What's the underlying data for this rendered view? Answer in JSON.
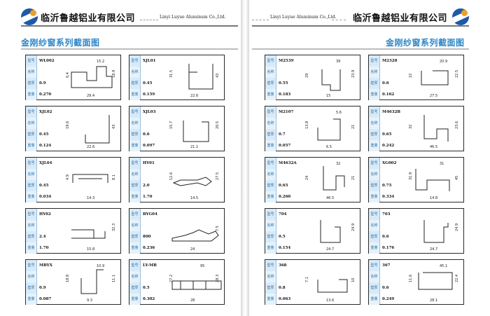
{
  "left_page": {
    "company_cn": "临沂鲁越铝业有限公司",
    "company_en": "Linyi Luyue Aluminum Co.,Ltd.",
    "section_title": "金刚纱窗系列截面图"
  },
  "right_page": {
    "company_cn": "临沂鲁越铝业有限公司",
    "company_en": "Linyi Luyue Aluminum Co.,Ltd.",
    "section_title": "金刚纱窗系列截面图"
  },
  "field_labels": [
    "型号",
    "名称",
    "壁厚",
    "重量"
  ],
  "colors": {
    "accent": "#2d86c8",
    "label_bg": "#d8eaf8",
    "border": "#2a2a2a"
  },
  "products": [
    {
      "model": "WL002",
      "name": "",
      "thickness": "0.9",
      "weight": "0.270",
      "dims": [
        "29.4",
        "18.9",
        "6.4",
        "15.2"
      ]
    },
    {
      "model": "XJL01",
      "name": "",
      "thickness": "0.45",
      "weight": "0.159",
      "dims": [
        "22.6",
        "43",
        "31.5"
      ]
    },
    {
      "model": "XJL02",
      "name": "",
      "thickness": "0.45",
      "weight": "0.124",
      "dims": [
        "22.6",
        "43",
        "19.6"
      ]
    },
    {
      "model": "XJL03",
      "name": "",
      "thickness": "0.6",
      "weight": "0.097",
      "dims": [
        "21.1",
        "20.5",
        "15.7"
      ]
    },
    {
      "model": "XJL04",
      "name": "",
      "thickness": "0.45",
      "weight": "0.034",
      "dims": [
        "14.3",
        "8.1",
        "4.9"
      ]
    },
    {
      "model": "HY01",
      "name": "",
      "thickness": "2.0",
      "weight": "1.70",
      "dims": [
        "14.5",
        "27.5",
        "12.6"
      ]
    },
    {
      "model": "HY02",
      "name": "",
      "thickness": "2.4",
      "weight": "1.70",
      "dims": [
        "15.8",
        "32.3"
      ]
    },
    {
      "model": "BYG04",
      "name": "",
      "thickness": "800",
      "weight": "0.236",
      "dims": [
        "24",
        "7.5"
      ]
    },
    {
      "model": "MBYX",
      "name": "",
      "thickness": "0.9",
      "weight": "0.087",
      "dims": [
        "9.3",
        "11.1",
        "18.8",
        "10.9"
      ]
    },
    {
      "model": "LY-MB",
      "name": "",
      "thickness": "0.5",
      "weight": "0.302",
      "dims": [
        "28",
        "28.3",
        "27.2",
        "95"
      ]
    },
    {
      "model": "M2539",
      "name": "",
      "thickness": "0.55",
      "weight": "0.183",
      "dims": [
        "15",
        "23.9",
        "29",
        "39"
      ]
    },
    {
      "model": "M2328",
      "name": "",
      "thickness": "0.6",
      "weight": "0.162",
      "dims": [
        "27.5",
        "22.5",
        "22",
        "20.9"
      ]
    },
    {
      "model": "M2107",
      "name": "",
      "thickness": "0.7",
      "weight": "0.057",
      "dims": [
        "6.5",
        "21",
        "13.8",
        "5.6"
      ]
    },
    {
      "model": "M4632B",
      "name": "",
      "thickness": "0.65",
      "weight": "0.242",
      "dims": [
        "46.5",
        "23.6",
        "32"
      ]
    },
    {
      "model": "M4632A",
      "name": "",
      "thickness": "0.65",
      "weight": "0.260",
      "dims": [
        "46.5",
        "21",
        "24",
        "32"
      ]
    },
    {
      "model": "XG002",
      "name": "",
      "thickness": "0.75",
      "weight": "0.334",
      "dims": [
        "14.8",
        "45",
        "31.9",
        "31"
      ]
    },
    {
      "model": "704",
      "name": "",
      "thickness": "0.5",
      "weight": "0.154",
      "dims": [
        "24.7",
        "24.9"
      ]
    },
    {
      "model": "703",
      "name": "",
      "thickness": "0.6",
      "weight": "0.176",
      "dims": [
        "24.7",
        "24.9"
      ]
    },
    {
      "model": "368",
      "name": "",
      "thickness": "0.8",
      "weight": "0.063",
      "dims": [
        "13.6",
        "10",
        "7.1"
      ]
    },
    {
      "model": "367",
      "name": "",
      "thickness": "0.6",
      "weight": "0.249",
      "dims": [
        "28.1",
        "22.4",
        "11.6",
        "45.1"
      ]
    }
  ]
}
